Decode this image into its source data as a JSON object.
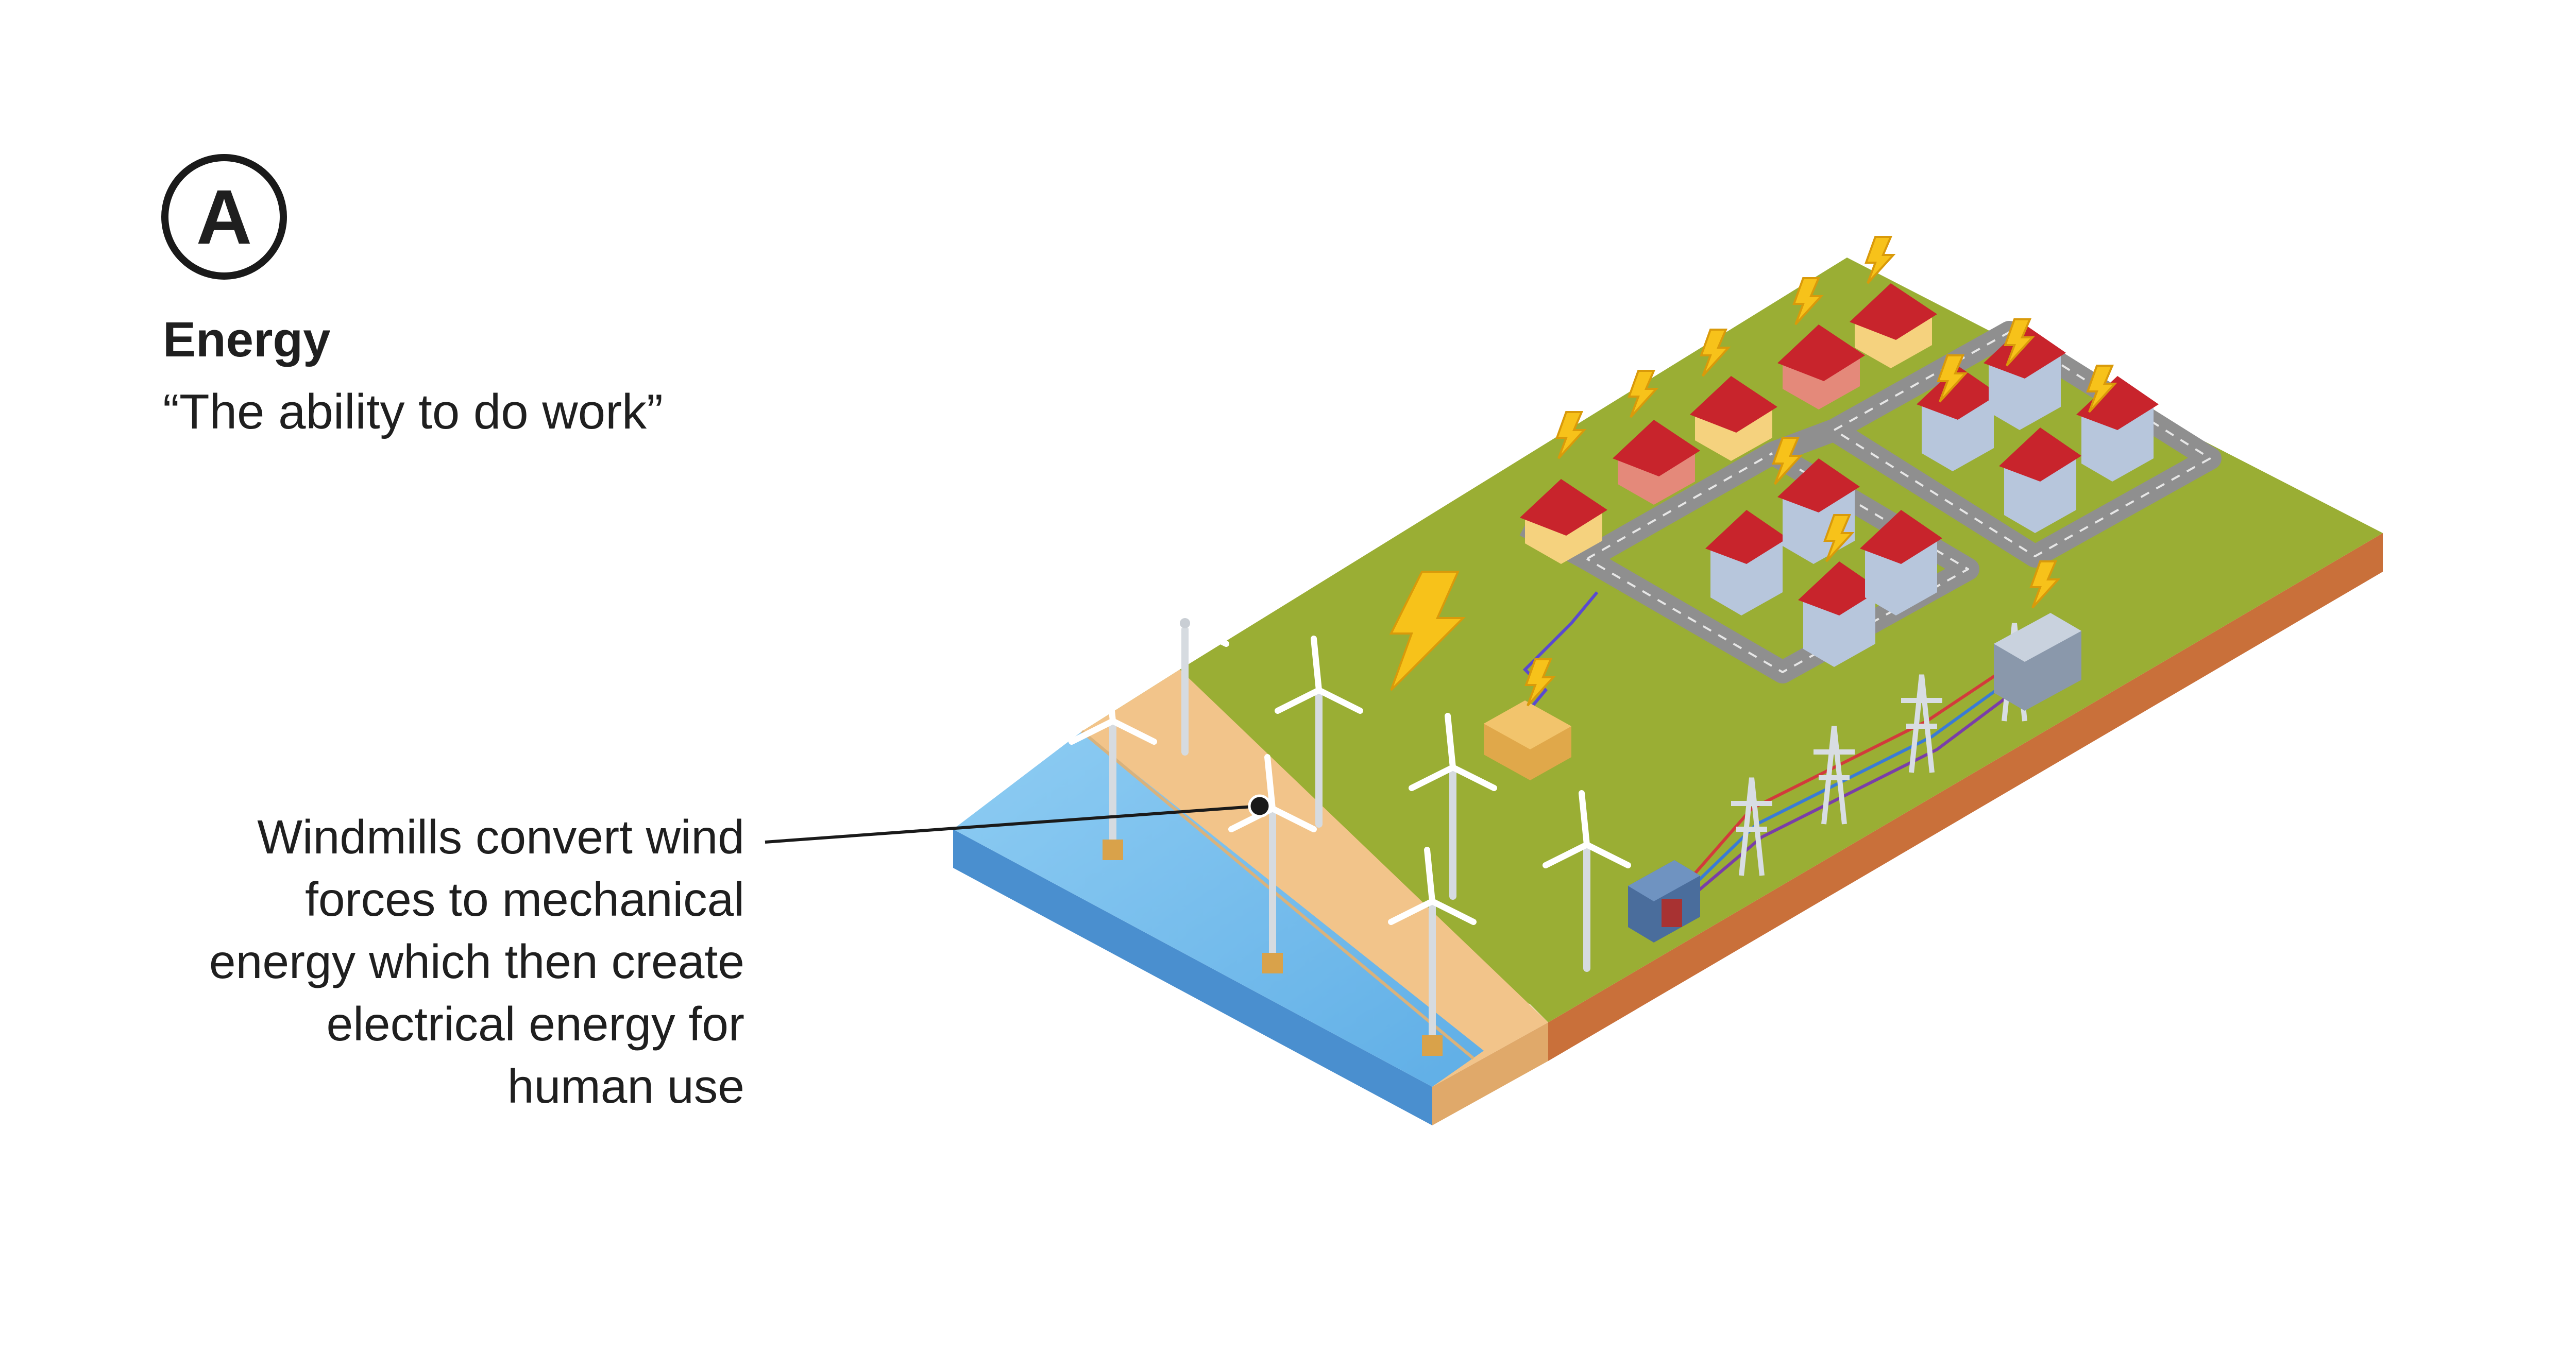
{
  "panel": {
    "badge_letter": "A",
    "title": "Energy",
    "subtitle": "“The ability to do work”"
  },
  "annotation": {
    "lines": [
      "Windmills convert wind",
      "forces to mechanical",
      "energy which then create",
      "electrical energy for",
      "human use"
    ]
  },
  "colors": {
    "grass": "#9aae34",
    "grass_dark": "#889c2a",
    "sand": "#f2c48a",
    "water": "#7ec3ef",
    "water_side": "#4a8fcf",
    "soil": "#c9703a",
    "roof": "#c8242c",
    "wall_yellow": "#f5d27e",
    "road": "#9a9a9a",
    "bolt": "#f7c21a",
    "text": "#1f1f1f"
  },
  "icons": {
    "windmill": "wind-turbine-icon",
    "house": "house-icon",
    "bolt": "lightning-bolt-icon",
    "pylon": "power-pylon-icon",
    "substation": "substation-icon"
  }
}
